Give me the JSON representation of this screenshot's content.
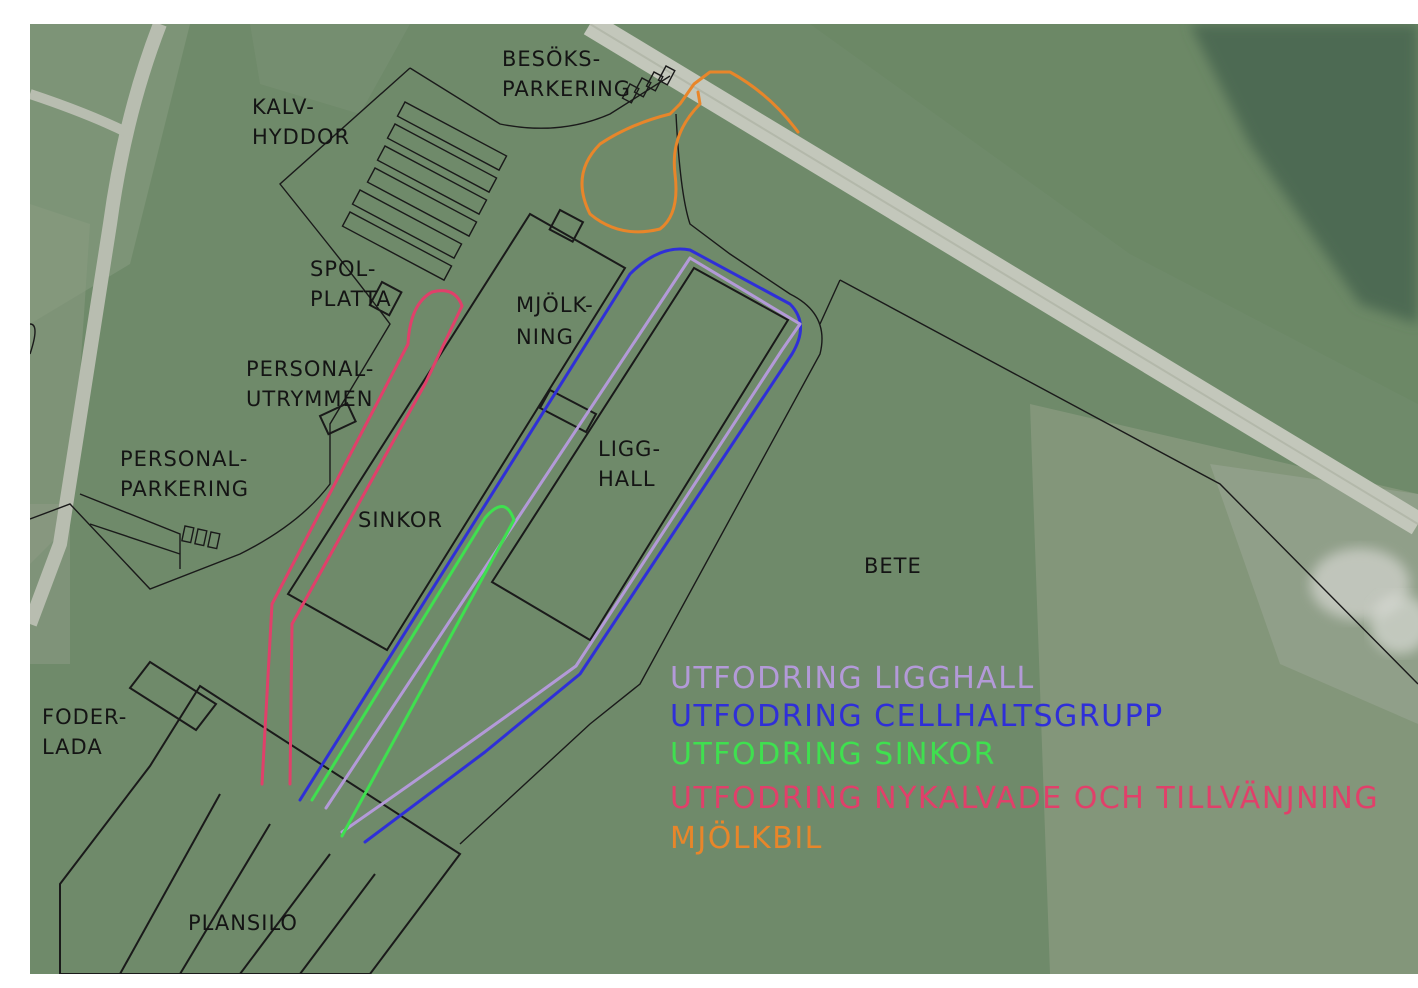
{
  "labels": {
    "besoks_1": "BESÖKS-",
    "besoks_2": "PARKERING",
    "kalv_1": "KALV-",
    "kalv_2": "HYDDOR",
    "spol_1": "SPOL-",
    "spol_2": "PLATTA",
    "mjolk_1": "MJÖLK-",
    "mjolk_2": "NING",
    "personal_u_1": "PERSONAL-",
    "personal_u_2": "UTRYMMEN",
    "personal_p_1": "PERSONAL-",
    "personal_p_2": "PARKERING",
    "ligg_1": "LIGG-",
    "ligg_2": "HALL",
    "sinkor": "SINKOR",
    "bete": "BETE",
    "foder_1": "FODER-",
    "foder_2": "LADA",
    "plansilo": "PLANSILO"
  },
  "legend": [
    {
      "label": "UTFODRING LIGGHALL",
      "color": "#b39ad8"
    },
    {
      "label": "UTFODRING CELLHALTSGRUPP",
      "color": "#2f2fd8"
    },
    {
      "label": "UTFODRING SINKOR",
      "color": "#3fe04f"
    },
    {
      "label": "UTFODRING NYKALVADE OCH TILLVÄNJNING",
      "color": "#e0406a"
    },
    {
      "label": "MJÖLKBIL",
      "color": "#e8862a"
    }
  ],
  "colors": {
    "field": "#6f8a6a",
    "road": "#b9beb0",
    "ligghall_route": "#b39ad8",
    "cellhalt_route": "#2f2fd8",
    "sinkor_route": "#3fe04f",
    "nykalvade_route": "#e0406a",
    "mjolkbil_route": "#e8862a"
  }
}
